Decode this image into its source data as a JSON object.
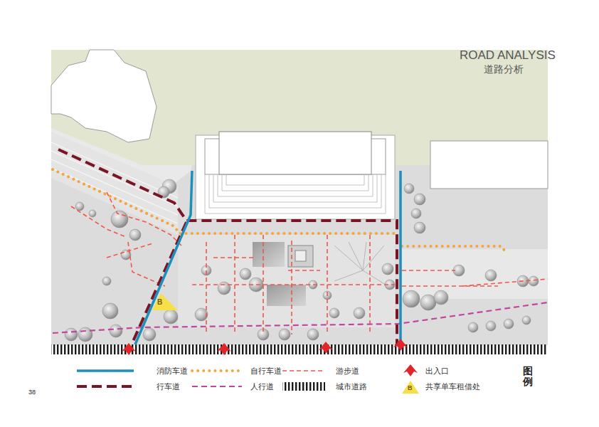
{
  "diagram": {
    "title": "ROAD ANALYSIS",
    "labels": [
      "道路分析",
      "B",
      "图例",
      "38",
      "B"
    ],
    "legend": [
      {
        "text": "消防车道"
      },
      {
        "text": "自行车道"
      },
      {
        "text": "游步道"
      },
      {
        "text": "出入口"
      },
      {
        "text": "行车道"
      },
      {
        "text": "人行道"
      },
      {
        "text": "城市道路"
      },
      {
        "text": "共享单车租借处"
      }
    ]
  }
}
